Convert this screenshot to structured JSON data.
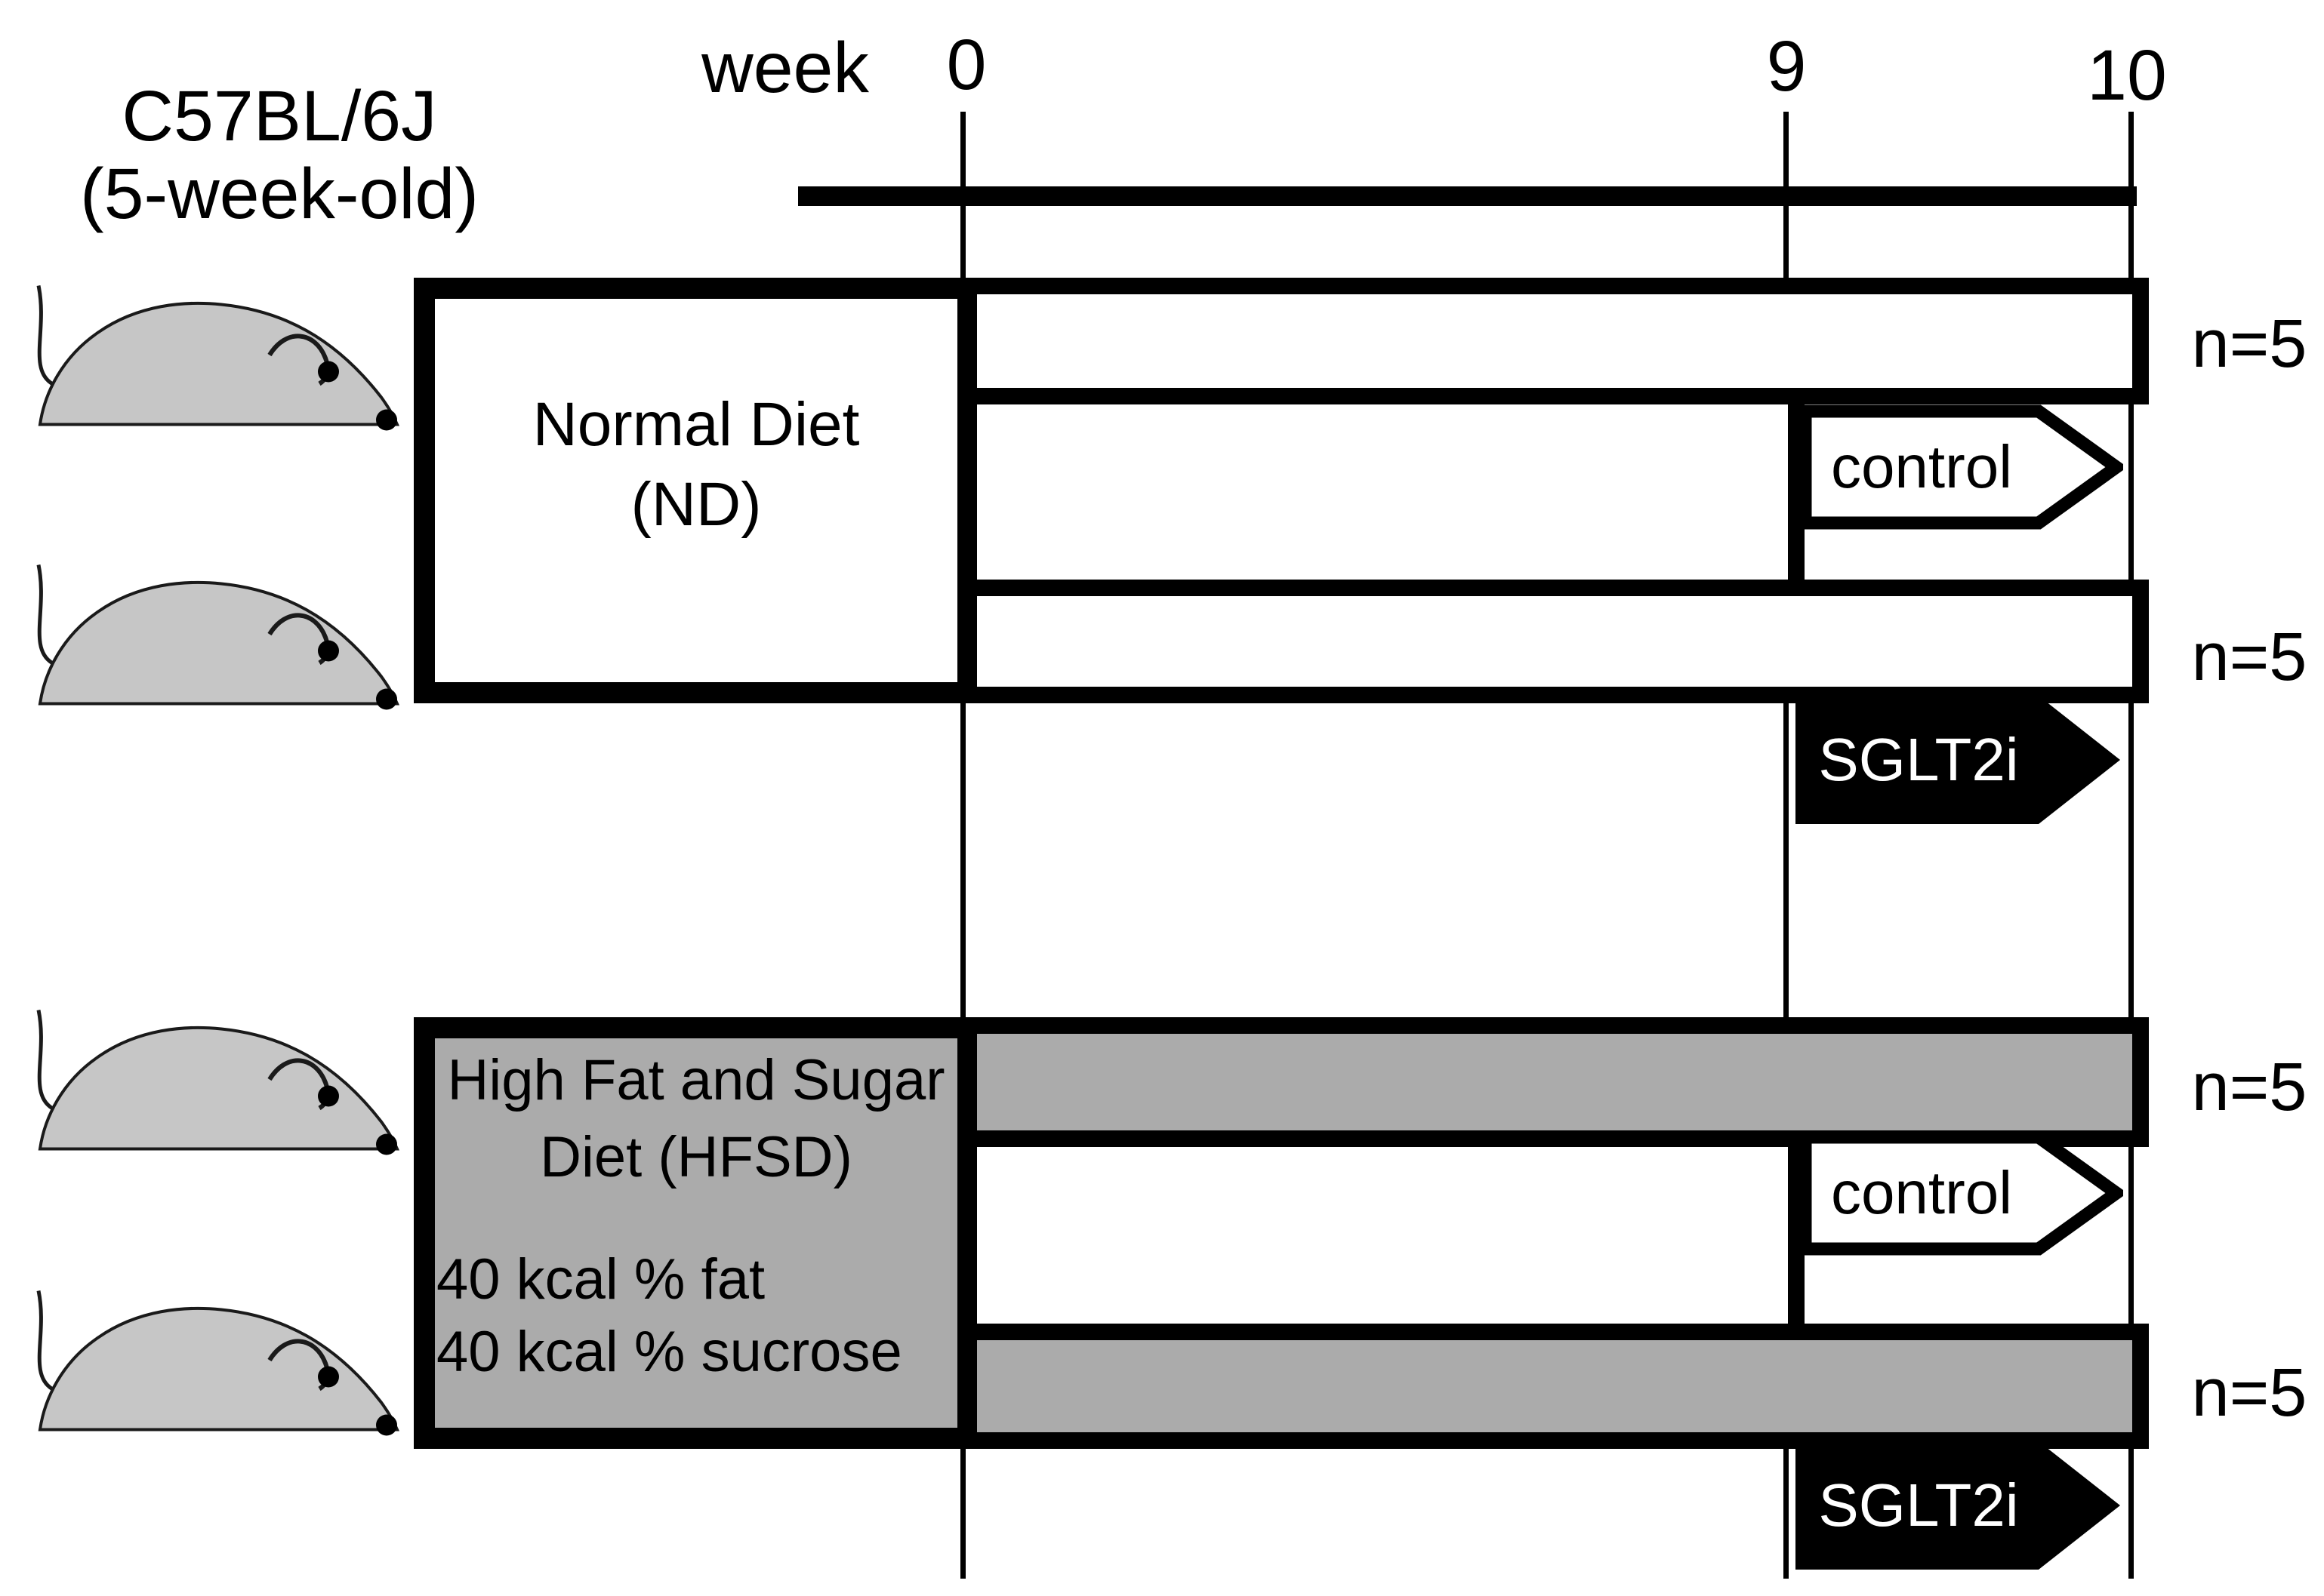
{
  "subject": {
    "strain": "C57BL/6J",
    "age": "(5-week-old)"
  },
  "timeline": {
    "axis_label": "week",
    "tick_0": "0",
    "tick_9": "9",
    "tick_10": "10"
  },
  "nd": {
    "box_line1": "Normal Diet",
    "box_line2": "(ND)",
    "arm1_n": "n=5",
    "arm2_n": "n=5",
    "control_label": "control",
    "sglt2i_label": "SGLT2i"
  },
  "hfsd": {
    "box_line1": "High Fat and Sugar",
    "box_line2": "Diet (HFSD)",
    "box_line3": "40 kcal % fat",
    "box_line4": "40 kcal % sucrose",
    "arm1_n": "n=5",
    "arm2_n": "n=5",
    "control_label": "control",
    "sglt2i_label": "SGLT2i"
  },
  "colors": {
    "black": "#000000",
    "white": "#ffffff",
    "diet_gray": "#ababab",
    "mouse_gray": "#c6c6c6",
    "mouse_outline": "#1a1a1a"
  }
}
